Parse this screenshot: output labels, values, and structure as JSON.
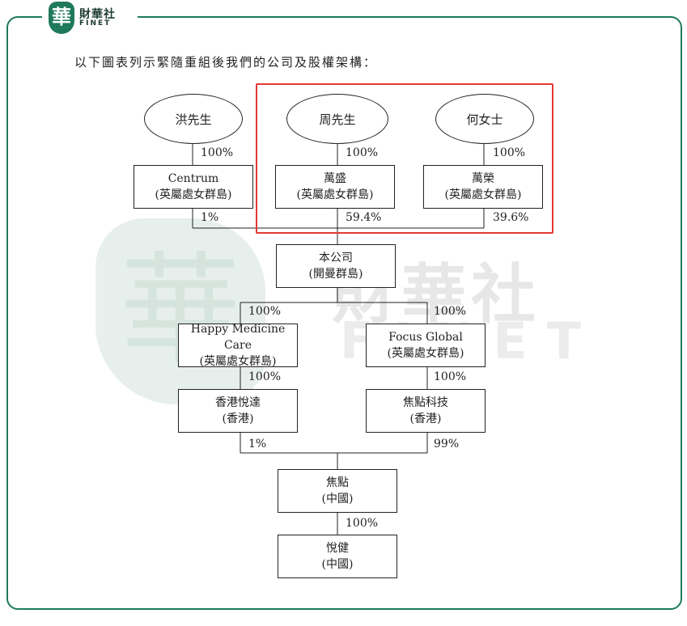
{
  "brand": {
    "logo_char": "華",
    "name_cn": "財華社",
    "name_en": "FINET"
  },
  "intro_text": "以下圖表列示緊隨重組後我們的公司及股權架構：",
  "watermark": {
    "char": "華",
    "name_cn": "財華社",
    "name_en": "FINET"
  },
  "shareholders": {
    "hong": "洪先生",
    "zhou": "周先生",
    "he": "何女士"
  },
  "entities": {
    "centrum": {
      "name": "Centrum",
      "place": "(英屬處女群島)"
    },
    "wansheng": {
      "name": "萬盛",
      "place": "(英屬處女群島)"
    },
    "wanrong": {
      "name": "萬榮",
      "place": "(英屬處女群島)"
    },
    "company": {
      "name": "本公司",
      "place": "(開曼群島)"
    },
    "happy": {
      "name": "Happy Medicine Care",
      "place": "(英屬處女群島)"
    },
    "focus": {
      "name": "Focus Global",
      "place": "(英屬處女群島)"
    },
    "hk_yueda": {
      "name": "香港悅達",
      "place": "(香港)"
    },
    "jiaodian_tech": {
      "name": "焦點科技",
      "place": "(香港)"
    },
    "jiaodian": {
      "name": "焦點",
      "place": "(中國)"
    },
    "yuejian": {
      "name": "悅健",
      "place": "(中國)"
    }
  },
  "percentages": {
    "hong_centrum": "100%",
    "zhou_wansheng": "100%",
    "he_wanrong": "100%",
    "centrum_company": "1%",
    "wansheng_company": "59.4%",
    "wanrong_company": "39.6%",
    "company_happy": "100%",
    "company_focus": "100%",
    "happy_yueda": "100%",
    "focus_tech": "100%",
    "yueda_jiaodian": "1%",
    "tech_jiaodian": "99%",
    "jiaodian_yuejian": "100%"
  }
}
